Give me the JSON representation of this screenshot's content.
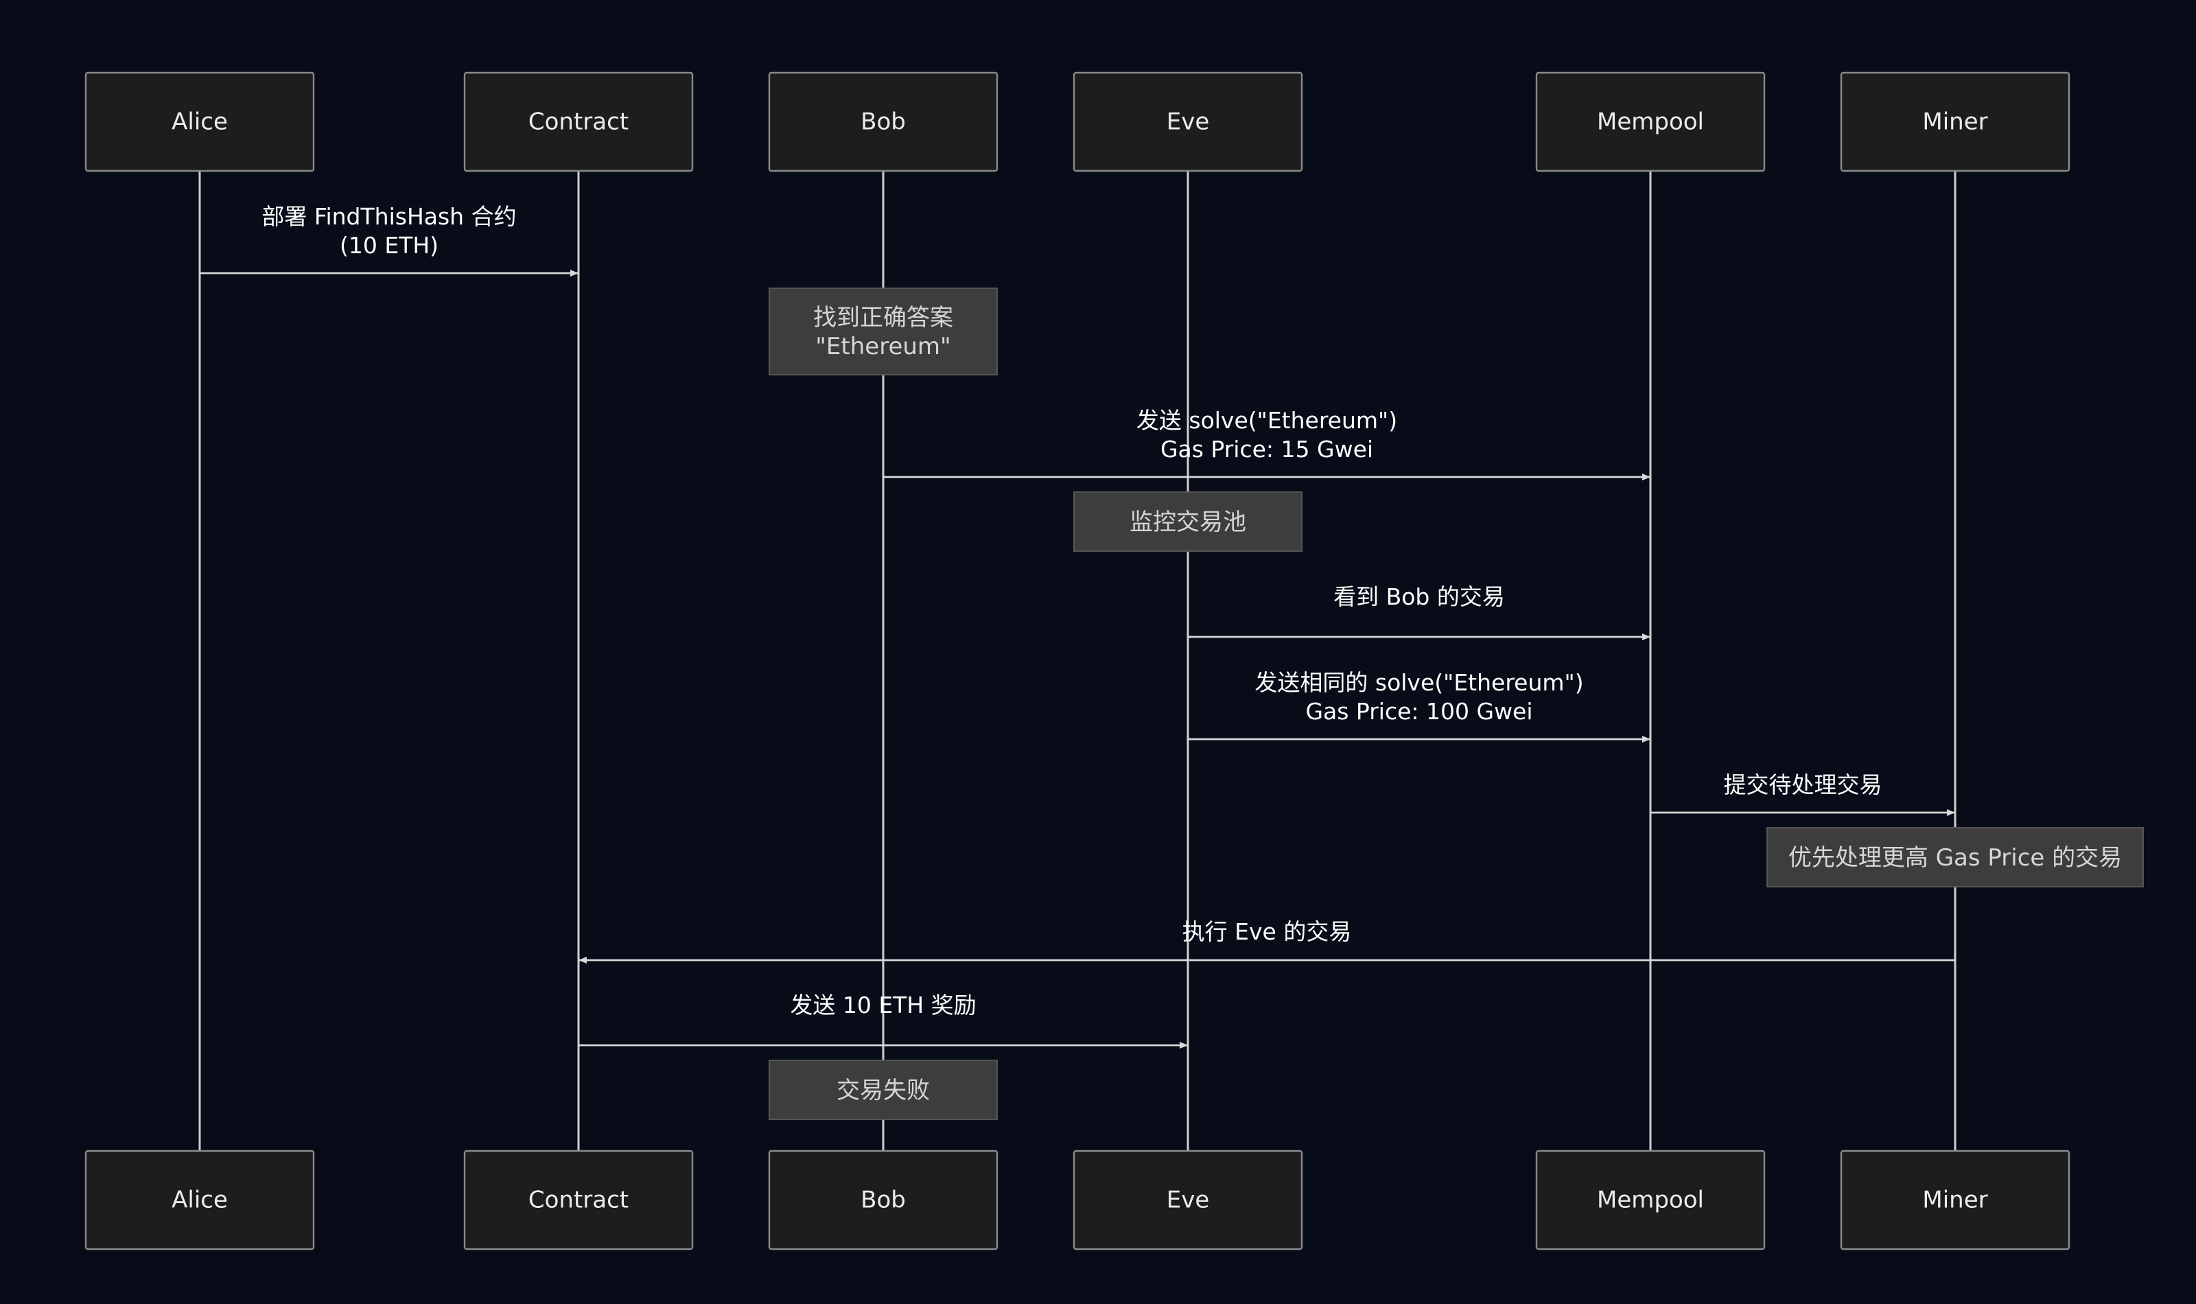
{
  "participants": [
    {
      "id": "alice",
      "label": "Alice"
    },
    {
      "id": "contract",
      "label": "Contract"
    },
    {
      "id": "bob",
      "label": "Bob"
    },
    {
      "id": "eve",
      "label": "Eve"
    },
    {
      "id": "mempool",
      "label": "Mempool"
    },
    {
      "id": "miner",
      "label": "Miner"
    }
  ],
  "steps": [
    {
      "kind": "message",
      "from": "alice",
      "to": "contract",
      "lines": [
        "部署 FindThisHash 合约",
        "(10 ETH)"
      ]
    },
    {
      "kind": "note",
      "over": "bob",
      "lines": [
        "找到正确答案",
        "\"Ethereum\""
      ]
    },
    {
      "kind": "message",
      "from": "bob",
      "to": "mempool",
      "lines": [
        "发送 solve(\"Ethereum\")",
        "Gas Price: 15 Gwei"
      ]
    },
    {
      "kind": "note",
      "over": "eve",
      "lines": [
        "监控交易池"
      ]
    },
    {
      "kind": "message",
      "from": "eve",
      "to": "mempool",
      "lines": [
        "看到 Bob 的交易"
      ]
    },
    {
      "kind": "message",
      "from": "eve",
      "to": "mempool",
      "lines": [
        "发送相同的 solve(\"Ethereum\")",
        "Gas Price: 100 Gwei"
      ]
    },
    {
      "kind": "message",
      "from": "mempool",
      "to": "miner",
      "lines": [
        "提交待处理交易"
      ]
    },
    {
      "kind": "note",
      "over": "miner",
      "lines": [
        "优先处理更高 Gas Price 的交易"
      ]
    },
    {
      "kind": "message",
      "from": "miner",
      "to": "contract",
      "lines": [
        "执行 Eve 的交易"
      ]
    },
    {
      "kind": "message",
      "from": "contract",
      "to": "eve",
      "lines": [
        "发送 10 ETH 奖励"
      ]
    },
    {
      "kind": "note",
      "over": "bob",
      "lines": [
        "交易失败"
      ]
    }
  ],
  "colors": {
    "background": "#070c18",
    "actor_fill": "#1d1d1d",
    "actor_stroke": "#8a8a8a",
    "line": "#d8d8d8",
    "note_fill": "#3d3d3d",
    "text": "#ffffff"
  }
}
